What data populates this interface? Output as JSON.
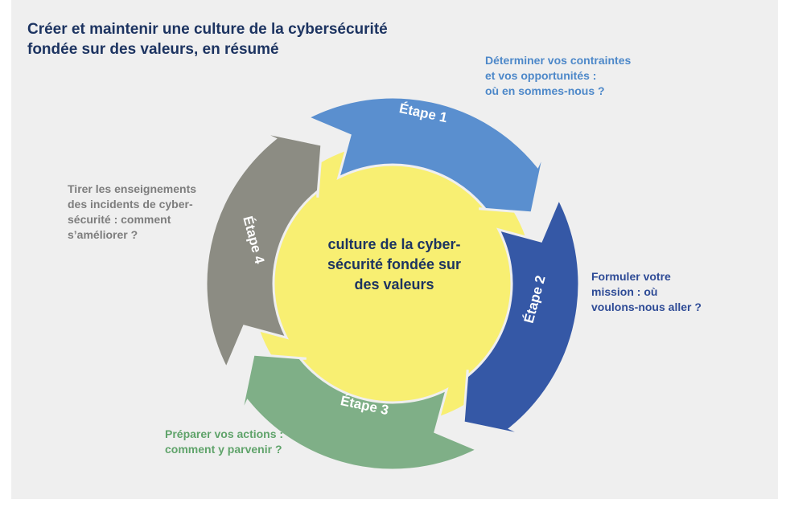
{
  "title": "Créer et maintenir une culture de la cybersécurité\nfondée sur des valeurs, en résumé",
  "center": {
    "label": "culture de la cyber-\nsécurité fondée sur\ndes valeurs"
  },
  "steps": [
    {
      "label": "Étape 1",
      "description": "Déterminer vos contraintes\net vos opportunités :\noù en sommes-nous ?",
      "color": "#5a8fcf"
    },
    {
      "label": "Étape 2",
      "description": "Formuler votre\nmission : où\nvoulons-nous aller ?",
      "color": "#3558a6"
    },
    {
      "label": "Étape 3",
      "description": "Préparer vos actions :\ncomment y parvenir ?",
      "color": "#7faf87"
    },
    {
      "label": "Étape 4",
      "description": "Tirer les enseignements\ndes incidents de cyber-\nsécurité : comment\ns’améliorer ?",
      "color": "#8c8c83"
    }
  ],
  "colors": {
    "center_fill": "#f8ef72",
    "title": "#1d3461",
    "background": "#efefef"
  }
}
